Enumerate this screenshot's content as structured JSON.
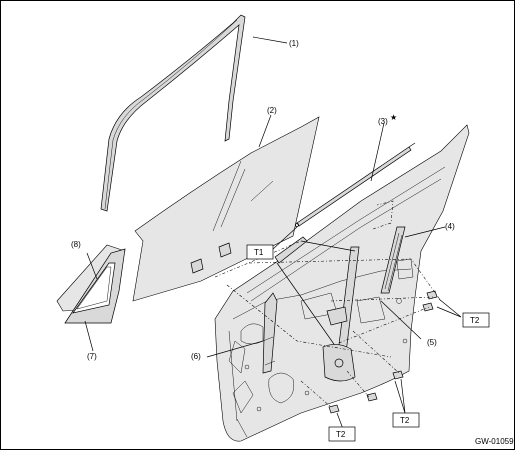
{
  "callouts": {
    "c1": "(1)",
    "c2": "(2)",
    "c3": "(3)",
    "c4": "(4)",
    "c5": "(5)",
    "c6": "(6)",
    "c7": "(7)",
    "c8": "(8)"
  },
  "star_mark": "★",
  "torque": {
    "t1": "T1",
    "t2_right": "T2",
    "t2_bottom_mid": "T2",
    "t2_bottom_left": "T2"
  },
  "figure_code": "GW-01059"
}
